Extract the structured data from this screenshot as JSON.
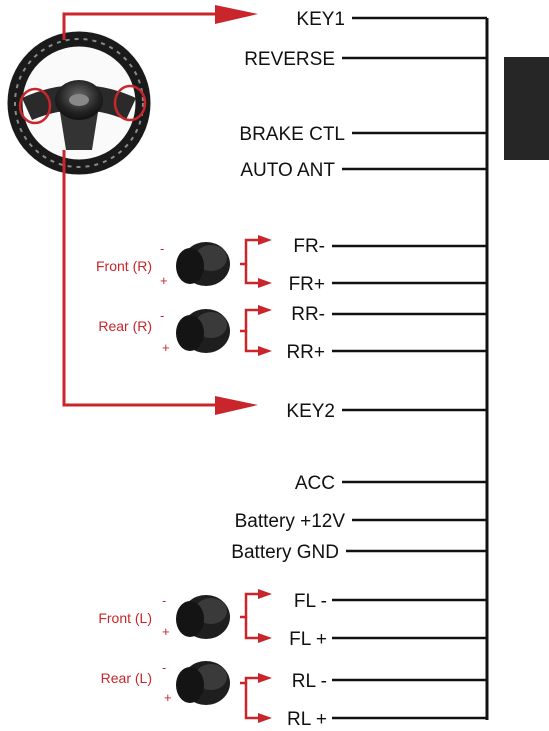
{
  "colors": {
    "accent": "#c8262b",
    "wire": "#111111",
    "connector": "#222222",
    "background": "#ffffff"
  },
  "wires": {
    "key1": "KEY1",
    "reverse": "REVERSE",
    "brake_ctl": "BRAKE CTL",
    "auto_ant": "AUTO ANT",
    "fr_neg": "FR-",
    "fr_pos": "FR+",
    "rr_neg": "RR-",
    "rr_pos": "RR+",
    "key2": "KEY2",
    "acc": "ACC",
    "battery_12v": "Battery +12V",
    "battery_gnd": "Battery GND",
    "fl_neg": "FL -",
    "fl_pos": "FL +",
    "rl_neg": "RL -",
    "rl_pos": "RL +"
  },
  "speakers": {
    "front_right": "Front (R)",
    "rear_right": "Rear (R)",
    "front_left": "Front (L)",
    "rear_left": "Rear (L)",
    "minus_sign": "-",
    "plus_sign": "+"
  },
  "icons": {
    "steering_wheel": "steering-wheel-icon",
    "speaker": "speaker-icon",
    "connector": "connector-block"
  }
}
